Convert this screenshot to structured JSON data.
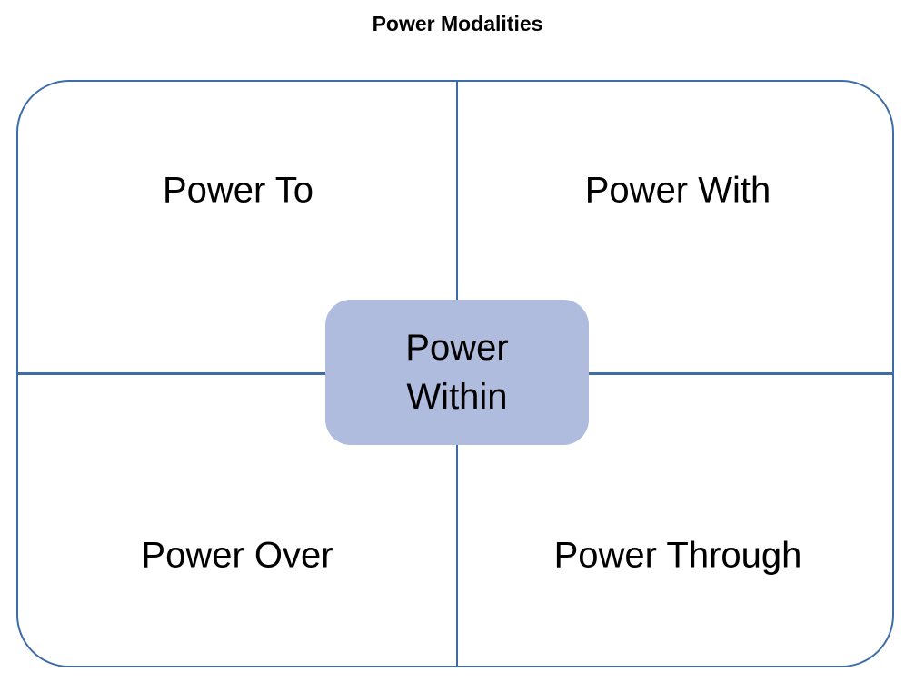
{
  "title": "Power Modalities",
  "diagram": {
    "quadrants": [
      {
        "id": "top-left",
        "label": "Power To"
      },
      {
        "id": "top-right",
        "label": "Power With"
      },
      {
        "id": "bottom-left",
        "label": "Power Over"
      },
      {
        "id": "bottom-right",
        "label": "Power Through"
      }
    ],
    "center": {
      "label": "Power Within"
    },
    "colors": {
      "line": "#3E6CA8",
      "center_fill": "#AFBCDE",
      "text": "#000000",
      "background": "#FFFFFF"
    }
  }
}
